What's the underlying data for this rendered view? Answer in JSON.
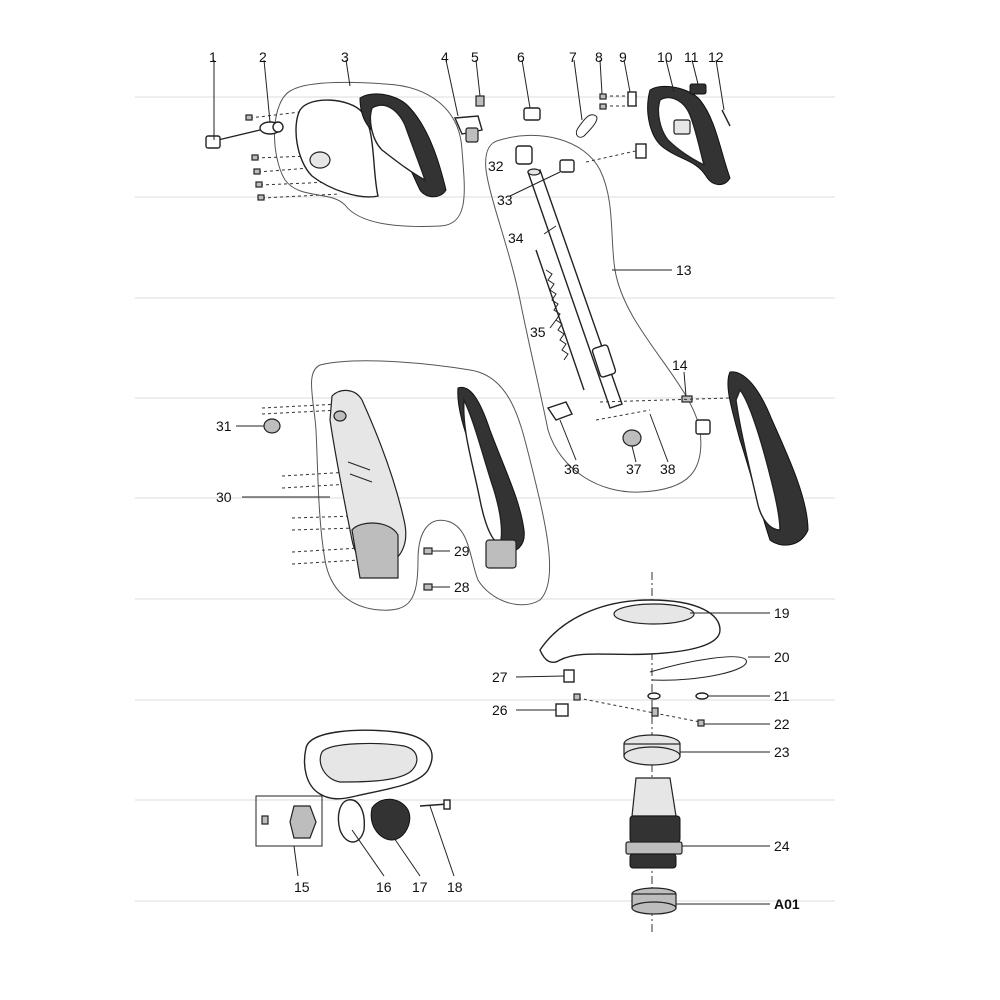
{
  "labels": {
    "l1": "1",
    "l2": "2",
    "l3": "3",
    "l4": "4",
    "l5": "5",
    "l6": "6",
    "l7": "7",
    "l8": "8",
    "l9": "9",
    "l10": "10",
    "l11": "11",
    "l12": "12",
    "l13": "13",
    "l14": "14",
    "l15": "15",
    "l16": "16",
    "l17": "17",
    "l18": "18",
    "l19": "19",
    "l20": "20",
    "l21": "21",
    "l22": "22",
    "l23": "23",
    "l24": "24",
    "l26": "26",
    "l27": "27",
    "l28": "28",
    "l29": "29",
    "l30": "30",
    "l31": "31",
    "l32": "32",
    "l33": "33",
    "l34": "34",
    "l35": "35",
    "l36": "36",
    "l37": "37",
    "l38": "38",
    "lA01": "A01"
  },
  "colors": {
    "ink": "#222222",
    "guide": "#dcdcdc",
    "fill_dark": "#333333",
    "fill_gray": "#bdbdbd"
  }
}
